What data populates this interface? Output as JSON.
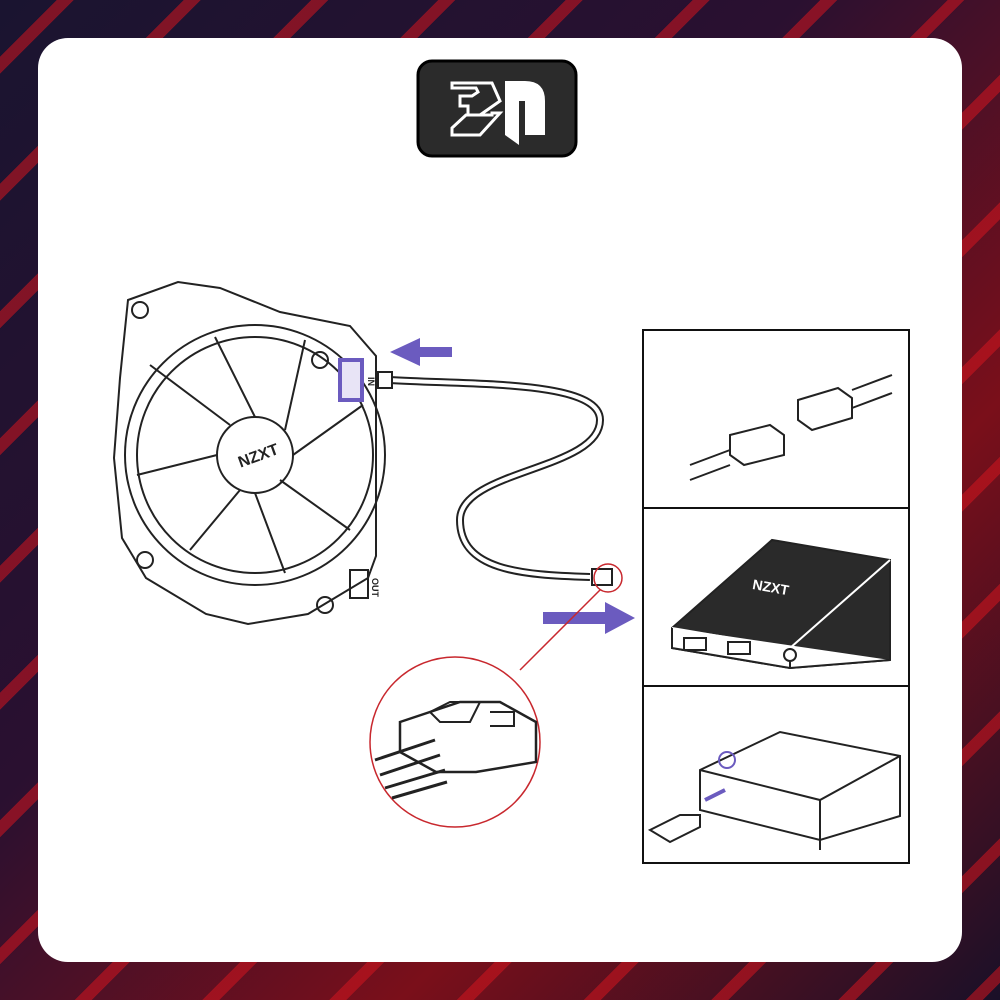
{
  "logo": {
    "text": "2P"
  },
  "fan": {
    "brand": "NZXT",
    "port_in_label": "IN",
    "port_out_label": "OUT"
  },
  "controller": {
    "brand": "NZXT"
  },
  "colors": {
    "accent": "#6b5bbf",
    "callout": "#c8282e",
    "line": "#222222"
  }
}
